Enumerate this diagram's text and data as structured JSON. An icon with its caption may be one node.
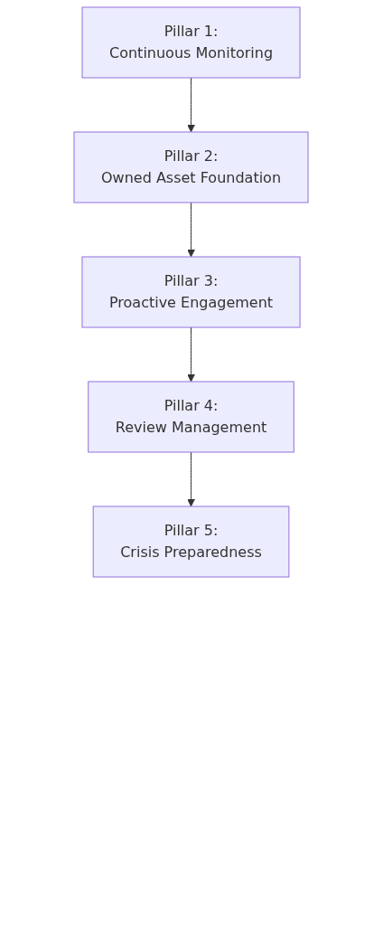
{
  "diagram": {
    "nodes": [
      {
        "text": [
          "Pillar 1:",
          "Continuous Monitoring"
        ]
      },
      {
        "text": [
          "Pillar 2:",
          "Owned Asset Foundation"
        ]
      },
      {
        "text": [
          "Pillar 3:",
          "Proactive Engagement"
        ]
      },
      {
        "text": [
          "Pillar 4:",
          "Review Management"
        ]
      },
      {
        "text": [
          "Pillar 5:",
          "Crisis Preparedness"
        ]
      }
    ],
    "edges": [
      {
        "from": 0,
        "to": 1,
        "arrow": "to"
      },
      {
        "from": 1,
        "to": 2,
        "arrow": "to"
      },
      {
        "from": 2,
        "to": 3,
        "arrow": "to"
      },
      {
        "from": 3,
        "to": 4,
        "arrow": "to"
      }
    ]
  }
}
